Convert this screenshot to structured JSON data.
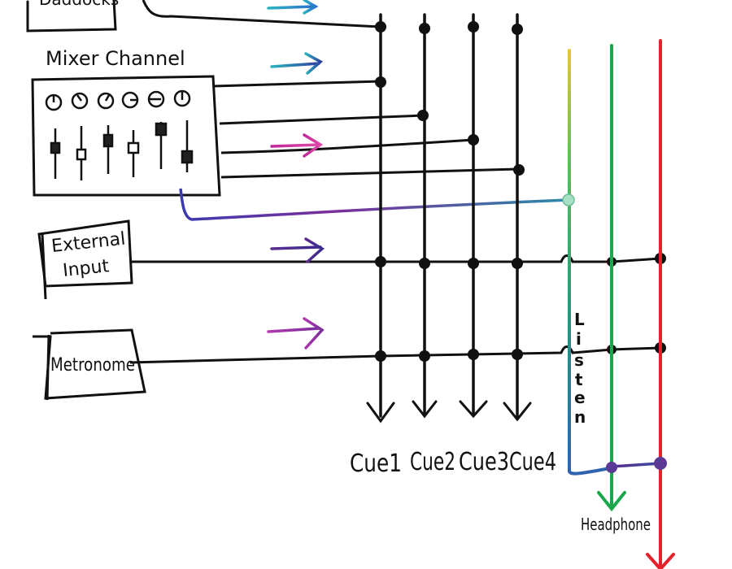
{
  "sources": {
    "top_box_partial": "Daddocks",
    "mixer_channel": "Mixer Channel",
    "external_input_line1": "External",
    "external_input_line2": "Input",
    "metronome": "Metronome"
  },
  "cues": {
    "cue1": "Cue1",
    "cue2": "Cue2",
    "cue3": "Cue3",
    "cue4": "Cue4"
  },
  "listen": [
    "L",
    "i",
    "s",
    "t",
    "e",
    "n"
  ],
  "headphone": "Headphone",
  "colors": {
    "ink": "#111111",
    "listen_bus": "#1aa35a",
    "headphone_green": "#19a84b",
    "headphone_red": "#e5222b",
    "arrow_teal": "#2bb3c0",
    "arrow_blue": "#2d3f9e",
    "arrow_magenta": "#c0279a",
    "arrow_purple": "#5b2d8f"
  },
  "icons": {
    "knobs": "rotary-knob-icon",
    "faders": "fader-slider-icon",
    "signal_arrows": "signal-arrow-icon"
  }
}
